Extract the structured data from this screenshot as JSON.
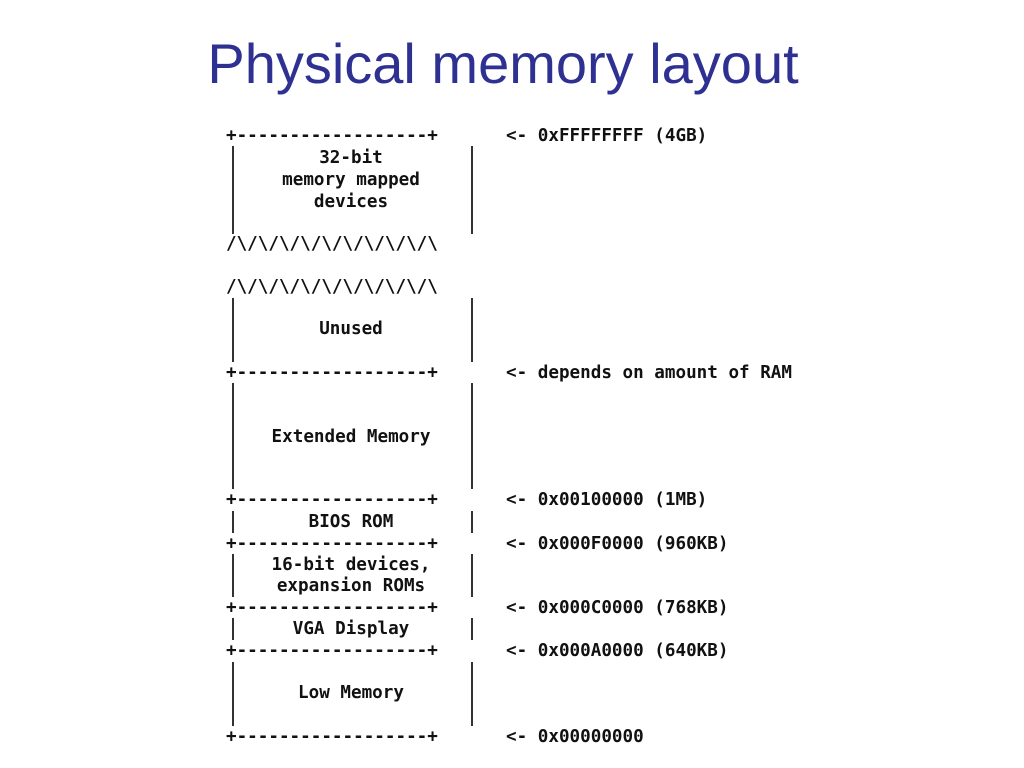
{
  "title": "Physical memory layout",
  "diagram": {
    "border_line": "+------------------+",
    "break_line": "/\\/\\/\\/\\/\\/\\/\\/\\/\\/\\",
    "regions": [
      "32-bit",
      "memory mapped",
      "devices",
      "Unused",
      "Extended Memory",
      "BIOS ROM",
      "16-bit devices,",
      "expansion ROMs",
      "VGA Display",
      "Low Memory"
    ],
    "addresses": [
      "<- 0xFFFFFFFF (4GB)",
      "<- depends on amount of RAM",
      "<- 0x00100000 (1MB)",
      "<- 0x000F0000 (960KB)",
      "<- 0x000C0000 (768KB)",
      "<- 0x000A0000 (640KB)",
      "<- 0x00000000"
    ]
  }
}
